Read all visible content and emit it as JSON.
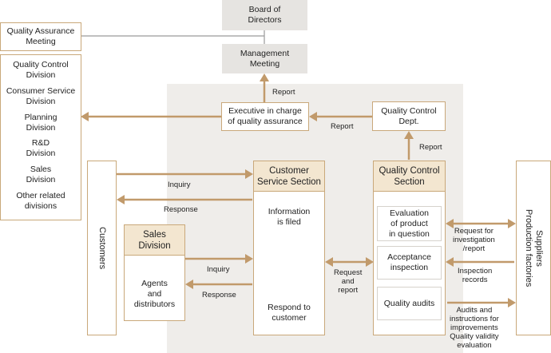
{
  "colors": {
    "arrow": "#c19a6b",
    "border": "#c9a87a",
    "header": "#f3e6d0",
    "panel": "#efedea",
    "graybox": "#e6e4e1"
  },
  "board": {
    "lines": [
      "Board of",
      "Directors"
    ]
  },
  "management": {
    "lines": [
      "Management",
      "Meeting"
    ]
  },
  "qa_meeting": {
    "lines": [
      "Quality Assurance",
      "Meeting"
    ]
  },
  "divisions": [
    {
      "lines": [
        "Quality Control",
        "Division"
      ]
    },
    {
      "lines": [
        "Consumer Service",
        "Division"
      ]
    },
    {
      "lines": [
        "Planning",
        "Division"
      ]
    },
    {
      "lines": [
        "R&D",
        "Division"
      ]
    },
    {
      "lines": [
        "Sales",
        "Division"
      ]
    },
    {
      "lines": [
        "Other related",
        "divisions"
      ]
    }
  ],
  "executive": {
    "lines": [
      "Executive in charge",
      "of quality assurance"
    ]
  },
  "qc_dept": {
    "lines": [
      "Quality Control",
      "Dept."
    ]
  },
  "customers": {
    "label": "Customers"
  },
  "suppliers": {
    "lines": [
      "Suppliers",
      "Production factories"
    ]
  },
  "customer_service": {
    "title": [
      "Customer",
      "Service Section"
    ],
    "filed": [
      "Information",
      "is filed"
    ],
    "respond": [
      "Respond to",
      "customer"
    ]
  },
  "sales_division": {
    "title": [
      "Sales",
      "Division"
    ],
    "agents": [
      "Agents",
      "and",
      "distributors"
    ]
  },
  "qc_section": {
    "title": [
      "Quality Control",
      "Section"
    ],
    "items": [
      {
        "lines": [
          "Evaluation",
          "of product",
          "in question"
        ]
      },
      {
        "lines": [
          "Acceptance",
          "inspection"
        ]
      },
      {
        "lines": [
          "Quality audits"
        ]
      }
    ]
  },
  "labels": {
    "report_up": "Report",
    "report_exec": "Report",
    "report_qc": "Report",
    "inquiry_top": "Inquiry",
    "response_top": "Response",
    "inquiry_sales": "Inquiry",
    "response_sales": "Response",
    "request_report": [
      "Request",
      "and",
      "report"
    ],
    "request_investigation": [
      "Request for",
      "investigation",
      "/report"
    ],
    "inspection_records": [
      "Inspection",
      "records"
    ],
    "audits": [
      "Audits and",
      "instructions for",
      "improvements",
      "Quality validity",
      "evaluation"
    ]
  }
}
